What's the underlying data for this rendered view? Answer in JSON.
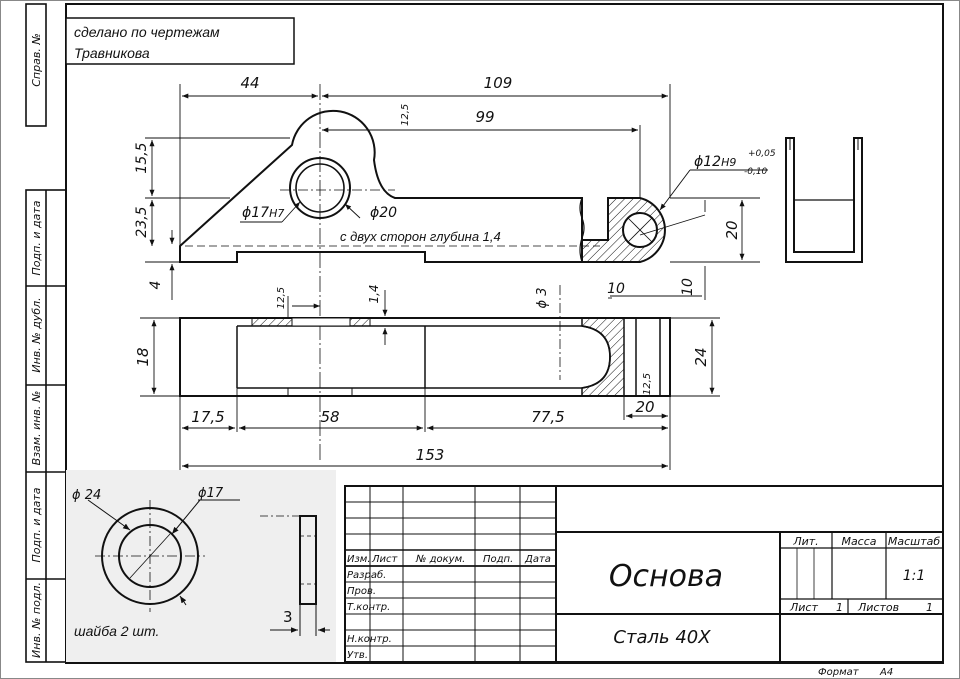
{
  "note": {
    "line1": "сделано по чертежам",
    "line2": "Травникова"
  },
  "side_labels": {
    "sprav": "Справ. №",
    "podp_data_1": "Подп. и дата",
    "inv_dubl": "Инв. № дубл.",
    "vzam_inv": "Взам. инв. №",
    "podp_data_2": "Подп. и дата",
    "inv_podl": "Инв. № подл."
  },
  "dimensions": {
    "d44": "44",
    "d109": "109",
    "d12_5_top": "12,5",
    "d99": "99",
    "d15_5": "15,5",
    "d23_5": "23,5",
    "d4": "4",
    "phi17": "ϕ17",
    "h7": "Н7",
    "phi20": "ϕ20",
    "phi12": "ϕ12",
    "h9": "Н9",
    "tol_up": "+0,05",
    "tol_dn": "-0,10",
    "d20_right": "20",
    "d10a": "10",
    "d10b": "10",
    "d12_5_mid": "12,5",
    "d1_4": "1,4",
    "phi3": "ϕ 3",
    "d18": "18",
    "d24": "24",
    "d12_5_low": "12,5",
    "d17_5": "17,5",
    "d58": "58",
    "d77_5": "77,5",
    "d20_bot": "20",
    "d153": "153"
  },
  "depth_note": "с двух сторон глубина 1,4",
  "washer": {
    "phi24": "ϕ 24",
    "phi17": "ϕ17",
    "thickness": "3",
    "caption": "шайба  2 шт."
  },
  "title_block": {
    "headers": [
      "Изм.",
      "Лист",
      "№ докум.",
      "Подп.",
      "Дата"
    ],
    "rows": [
      "Разраб.",
      "Пров.",
      "Т.контр.",
      "",
      "Н.контр.",
      "Утв."
    ],
    "name": "Основа",
    "material": "Сталь 40Х",
    "lit": "Лит.",
    "massa": "Масса",
    "masshtab": "Масштаб",
    "scale_value": "1:1",
    "list": "Лист",
    "list_value": "1",
    "listov": "Листов",
    "listov_value": "1",
    "format_label": "Формат",
    "format_value": "А4"
  }
}
